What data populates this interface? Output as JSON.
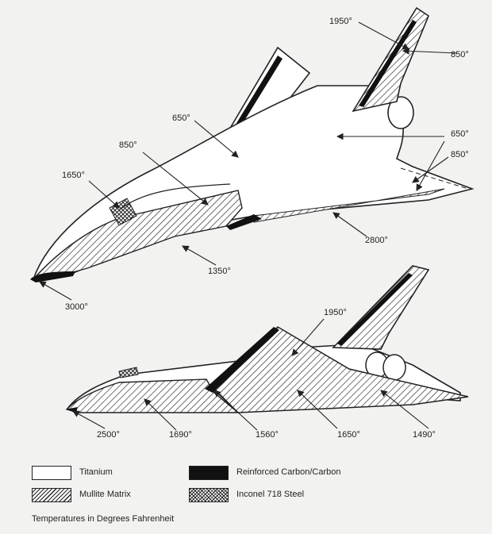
{
  "upper_view": {
    "labels": [
      "1950°",
      "850°",
      "650°",
      "650°",
      "850°",
      "850°",
      "1650°",
      "2800°",
      "1350°",
      "3000°"
    ]
  },
  "lower_view": {
    "labels": [
      "1950°",
      "2500°",
      "1690°",
      "1560°",
      "1650°",
      "1490°"
    ]
  },
  "legend": {
    "items": [
      {
        "label": "Titanium",
        "pattern": "white"
      },
      {
        "label": "Mullite Matrix",
        "pattern": "hatch"
      },
      {
        "label": "Reinforced Carbon/Carbon",
        "pattern": "black"
      },
      {
        "label": "Inconel 718 Steel",
        "pattern": "crosshatch"
      }
    ]
  },
  "footnote": "Temperatures in Degrees Fahrenheit"
}
